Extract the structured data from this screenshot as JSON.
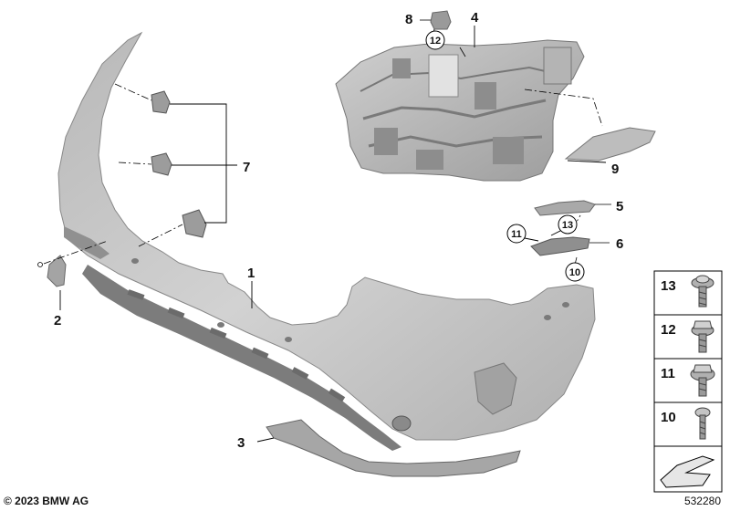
{
  "callouts": {
    "c1": "1",
    "c2": "2",
    "c3": "3",
    "c4": "4",
    "c5": "5",
    "c6": "6",
    "c7": "7",
    "c8": "8",
    "c9": "9",
    "c10": "10",
    "c11": "11",
    "c12": "12",
    "c13": "13"
  },
  "legend": {
    "items": [
      {
        "number": "13",
        "icon": "torx-screw-with-washer-icon"
      },
      {
        "number": "12",
        "icon": "hex-flange-nut-icon"
      },
      {
        "number": "11",
        "icon": "hex-screw-with-washer-icon"
      },
      {
        "number": "10",
        "icon": "torx-screw-icon"
      }
    ],
    "arrow_icon": "direction-arrow-icon"
  },
  "footer": {
    "copyright": "© 2023 BMW AG",
    "diagram_id": "532280"
  },
  "colors": {
    "part_fill": "#c9c9c9",
    "part_shade": "#a6a6a6",
    "part_dark": "#7f7f7f",
    "line": "#000000"
  }
}
